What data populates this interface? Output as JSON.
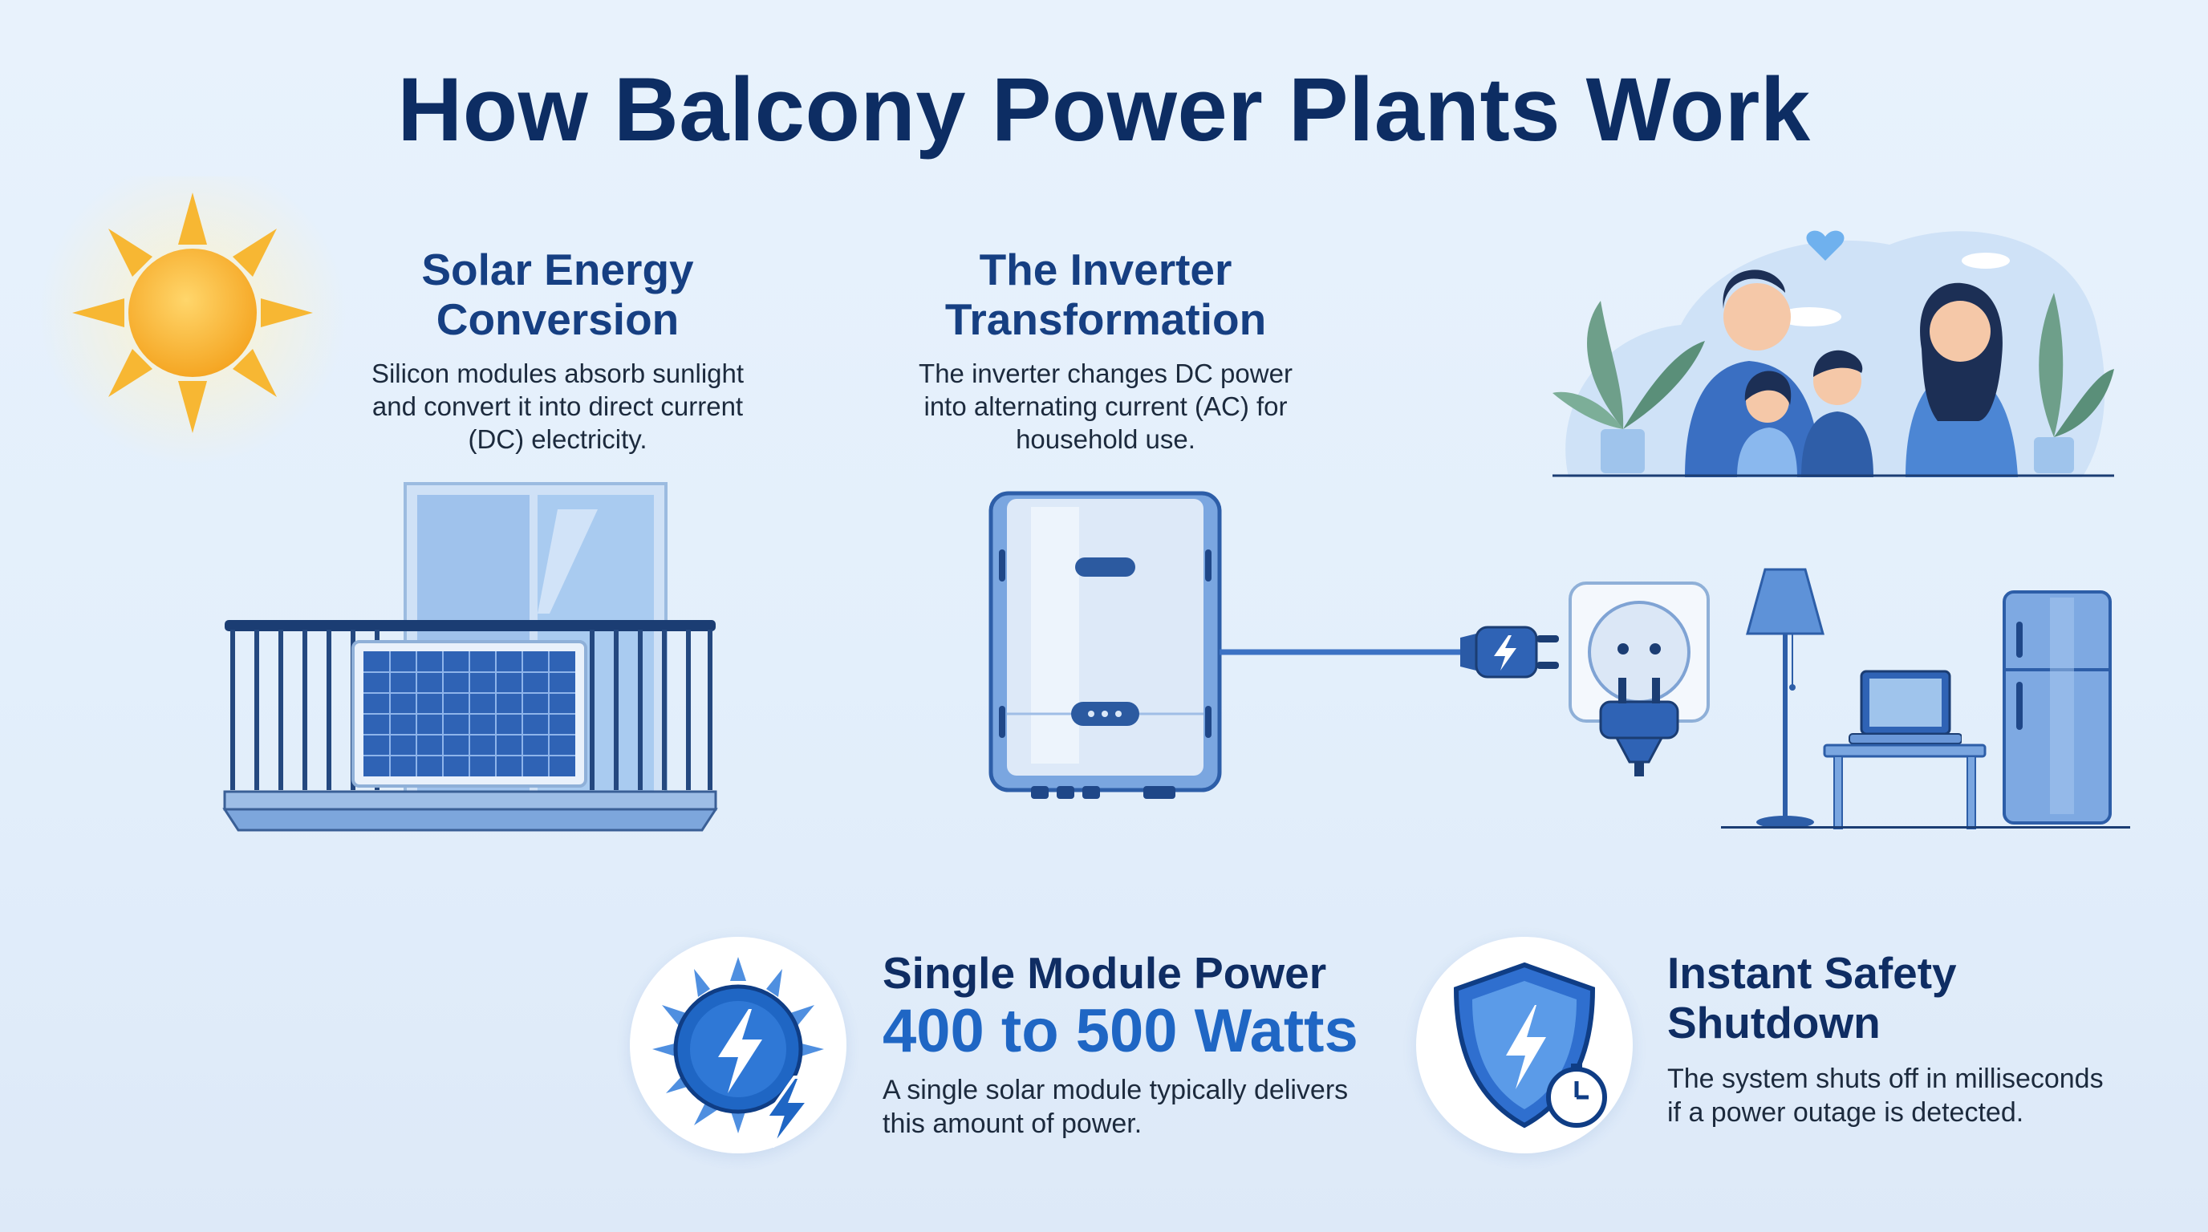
{
  "title": "How Balcony Power Plants Work",
  "solar": {
    "title_line1": "Solar Energy",
    "title_line2": "Conversion",
    "body_line1": "Silicon modules absorb sunlight",
    "body_line2": "and convert it into direct current",
    "body_line3": "(DC) electricity."
  },
  "inverter": {
    "title_line1": "The Inverter",
    "title_line2": "Transformation",
    "body_line1": "The inverter changes DC power",
    "body_line2": "into alternating current (AC) for",
    "body_line3": "household use."
  },
  "module_power": {
    "title": "Single Module Power",
    "value": "400 to 500 Watts",
    "body_line1": "A single solar module typically delivers",
    "body_line2": "this amount of power."
  },
  "safety": {
    "title_line1": "Instant Safety",
    "title_line2": "Shutdown",
    "body_line1": "The system shuts off in milliseconds",
    "body_line2": "if a power outage is detected."
  },
  "icons": [
    "sun-icon",
    "balcony-solar-panel-icon",
    "inverter-icon",
    "plug-icon",
    "wall-socket-icon",
    "family-illustration",
    "floor-lamp-icon",
    "laptop-icon",
    "desk-icon",
    "refrigerator-icon",
    "lightning-sun-icon",
    "shield-timer-icon"
  ],
  "colors": {
    "background": "#e6f1fb",
    "title": "#0d2d63",
    "section_title": "#163f82",
    "accent_blue": "#1f66c4",
    "sun": "#f7b733"
  }
}
